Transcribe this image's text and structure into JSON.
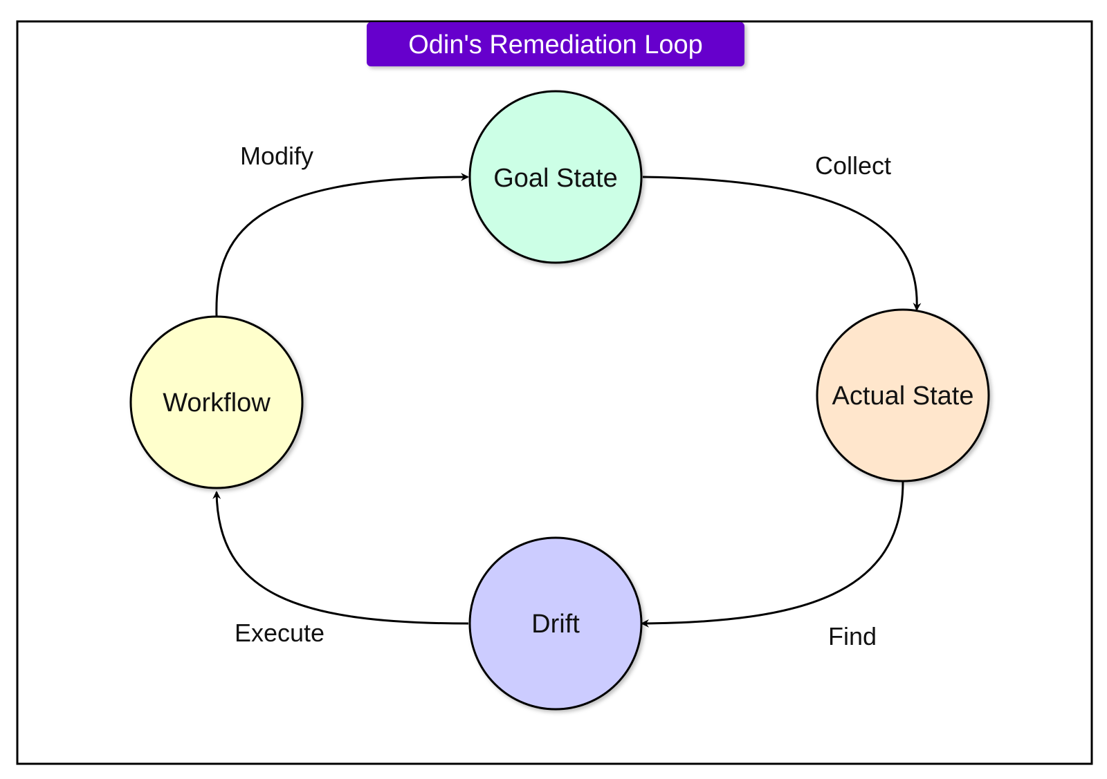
{
  "title": {
    "text": "Odin's Remediation Loop",
    "fill": "#6600cc"
  },
  "nodes": {
    "goal": {
      "label": "Goal State",
      "fill": "#ccffe6"
    },
    "actual": {
      "label": "Actual State",
      "fill": "#ffe6cc"
    },
    "drift": {
      "label": "Drift",
      "fill": "#ccccff"
    },
    "workflow": {
      "label": "Workflow",
      "fill": "#ffffcc"
    }
  },
  "edges": {
    "collect": {
      "label": "Collect",
      "from": "Goal State",
      "to": "Actual State"
    },
    "find": {
      "label": "Find",
      "from": "Actual State",
      "to": "Drift"
    },
    "execute": {
      "label": "Execute",
      "from": "Drift",
      "to": "Workflow"
    },
    "modify": {
      "label": "Modify",
      "from": "Workflow",
      "to": "Goal State"
    }
  }
}
